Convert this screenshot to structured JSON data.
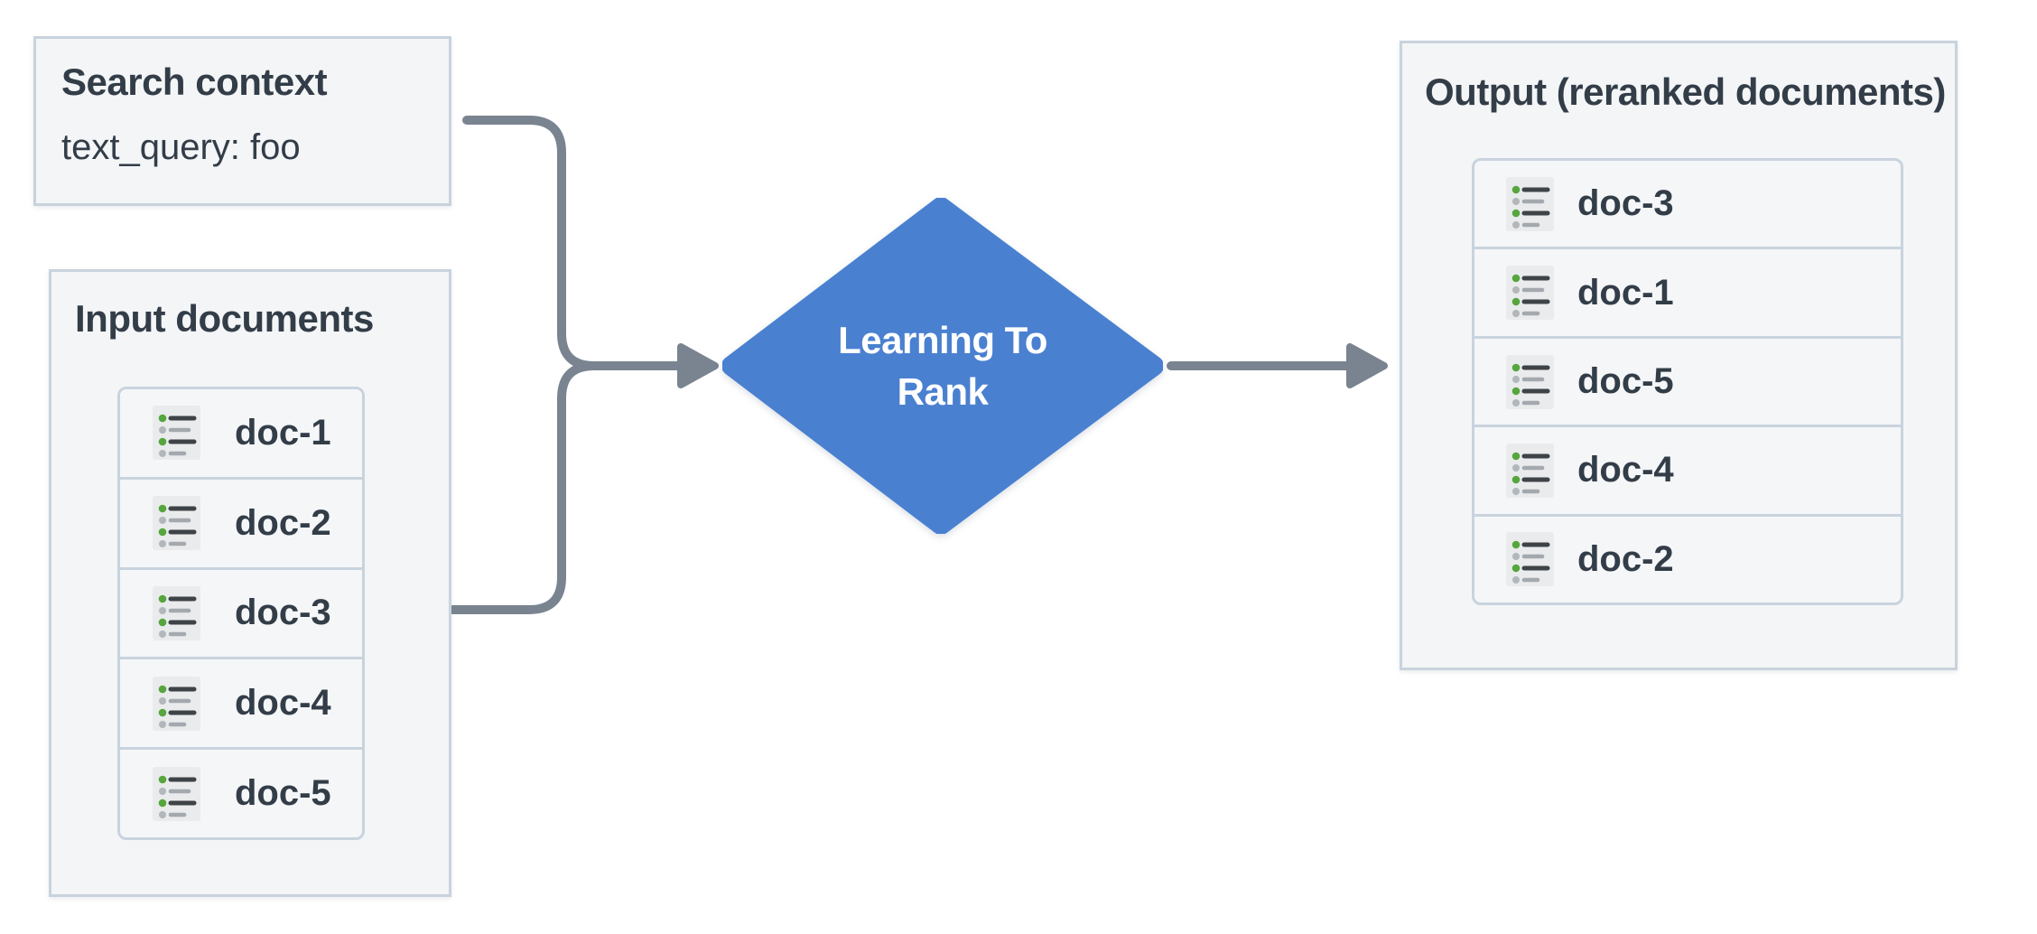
{
  "search_context": {
    "title": "Search context",
    "query_line": "text_query: foo"
  },
  "input_documents": {
    "title": "Input documents",
    "docs": [
      "doc-1",
      "doc-2",
      "doc-3",
      "doc-4",
      "doc-5"
    ]
  },
  "ranker": {
    "label_line1": "Learning To",
    "label_line2": "Rank"
  },
  "output": {
    "title": "Output (reranked documents)",
    "docs": [
      "doc-3",
      "doc-1",
      "doc-5",
      "doc-4",
      "doc-2"
    ]
  },
  "icon_names": {
    "doc_icon": "doc-list-icon",
    "merge_arrow": "merge-arrow-into-ranker",
    "output_arrow": "arrow-to-output"
  },
  "colors": {
    "diamond_blue": "#4a80d0",
    "arrow_gray": "#7a8490",
    "panel_border": "#c9d3dd",
    "panel_bg": "#f3f5f7",
    "row_bg": "#f4f6f8",
    "text_dark": "#333d48",
    "icon_bg": "#eaebec",
    "icon_line_dark": "#3e4347",
    "icon_line_gray": "#a3a9ae",
    "icon_dot_green": "#55a63c",
    "icon_dot_gray": "#b2b7bb"
  }
}
